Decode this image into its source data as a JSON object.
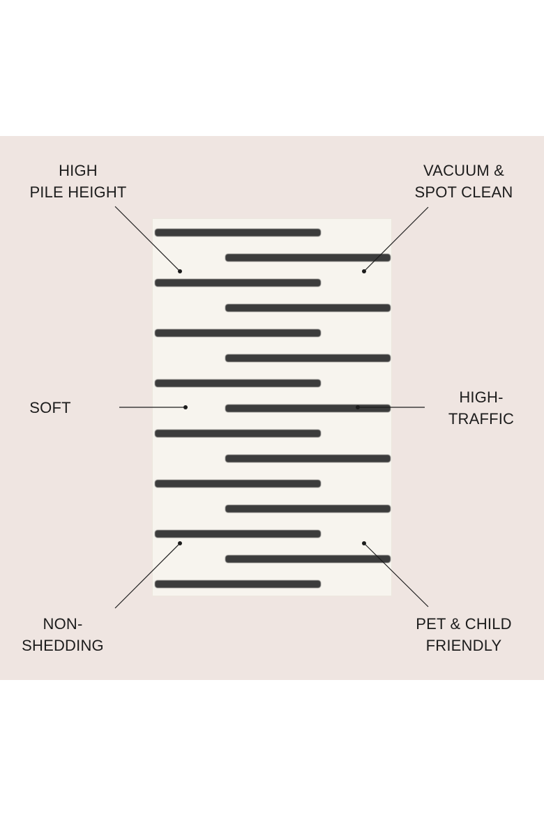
{
  "features": {
    "high_pile_height": {
      "line1": "HIGH",
      "line2": "PILE HEIGHT"
    },
    "vacuum_spot_clean": {
      "line1": "VACUUM &",
      "line2": "SPOT CLEAN"
    },
    "soft": {
      "line1": "SOFT"
    },
    "high_traffic": {
      "line1": "HIGH-",
      "line2": "TRAFFIC"
    },
    "non_shedding": {
      "line1": "NON-",
      "line2": "SHEDDING"
    },
    "pet_child_friendly": {
      "line1": "PET & CHILD",
      "line2": "FRIENDLY"
    }
  },
  "colors": {
    "background": "#efe5e1",
    "rug": "#f7f4ee",
    "stripe": "#3c3c3c",
    "text": "#1c1c1c"
  }
}
